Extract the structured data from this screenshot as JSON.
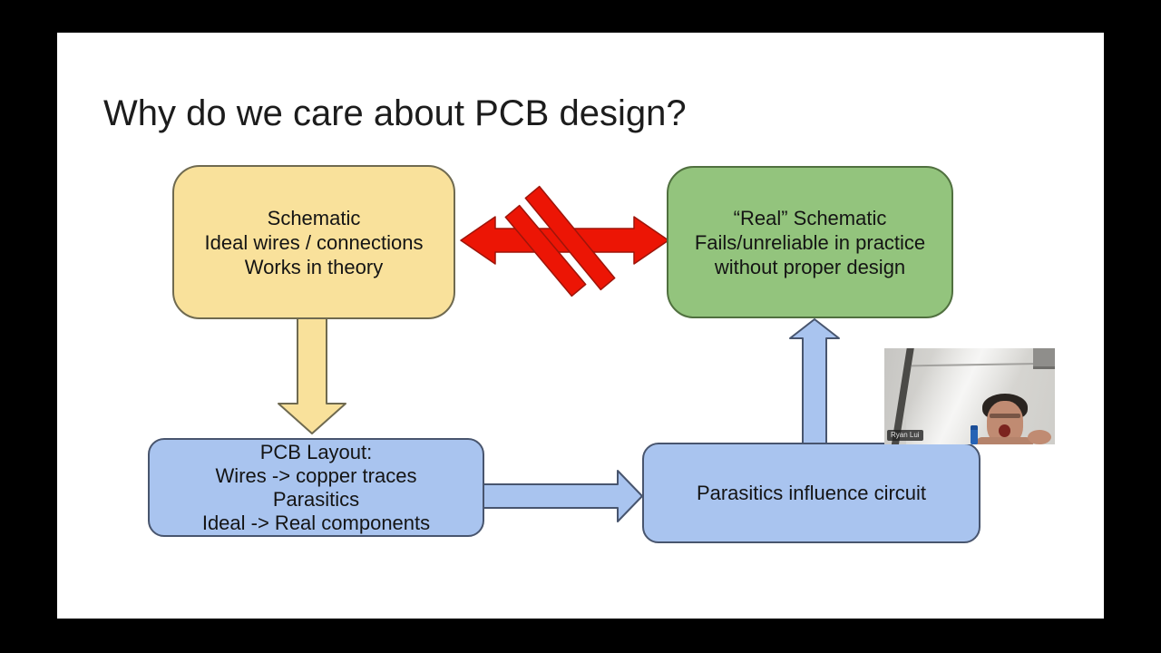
{
  "window": {
    "background": "#000000"
  },
  "slide": {
    "background": "#ffffff",
    "title": "Why do we care about PCB design?"
  },
  "diagram": {
    "schematic_box": {
      "fill": "#f9e19b",
      "border": "#6f6a50",
      "line1": "Schematic",
      "line2": "Ideal wires / connections",
      "line3": "Works in theory"
    },
    "real_schematic_box": {
      "fill": "#93c47d",
      "border": "#50703f",
      "line1": "“Real” Schematic",
      "line2": "Fails/unreliable in practice",
      "line3": "without proper design"
    },
    "pcb_layout_box": {
      "fill": "#a9c4ef",
      "border": "#48556e",
      "line1": "PCB Layout:",
      "line2": "Wires -> copper traces",
      "line3": "Parasitics",
      "line4": "Ideal -> Real components"
    },
    "parasitics_box": {
      "fill": "#a9c4ef",
      "border": "#48556e",
      "line1": "Parasitics influence circuit"
    },
    "arrows": {
      "red_fill": "#ec1505",
      "red_stroke": "#9e150a",
      "yellow_fill": "#f9e19b",
      "yellow_stroke": "#6f6a50",
      "blue_fill": "#a9c4ef",
      "blue_stroke": "#48556e"
    }
  },
  "webcam": {
    "name_label": "Ryan Lui"
  }
}
